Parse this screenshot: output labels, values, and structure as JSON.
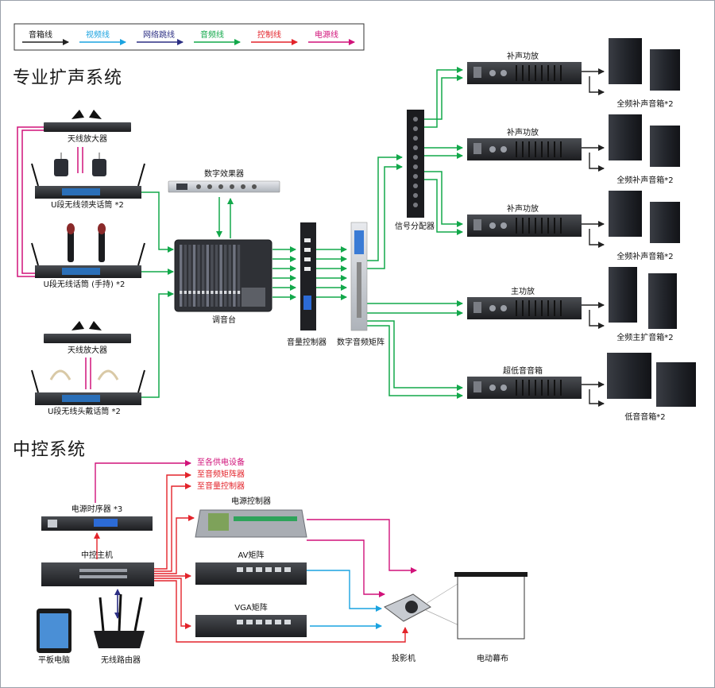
{
  "legend": [
    {
      "label": "音箱线",
      "color": "#222222"
    },
    {
      "label": "视频线",
      "color": "#1aa3e0"
    },
    {
      "label": "网络跳线",
      "color": "#2b2e83"
    },
    {
      "label": "音频线",
      "color": "#12a84a"
    },
    {
      "label": "控制线",
      "color": "#e3242b"
    },
    {
      "label": "电源线",
      "color": "#d1127a"
    }
  ],
  "sections": {
    "audio": "专业扩声系统",
    "control": "中控系统"
  },
  "audio": {
    "antenna_amp_1": "天线放大器",
    "lavalier_mic": "U段无线领夹话筒 *2",
    "handheld_mic": "U段无线话筒 (手持) *2",
    "antenna_amp_2": "天线放大器",
    "headset_mic": "U段无线头戴话筒 *2",
    "effects": "数字效果器",
    "mixer": "调音台",
    "volume_ctrl": "音量控制器",
    "matrix": "数字音频矩阵",
    "splitter": "信号分配器",
    "fill_amp_1": "补声功放",
    "fill_amp_2": "补声功放",
    "fill_amp_3": "补声功放",
    "main_amp": "主功放",
    "sub_amp": "超低音音箱",
    "fill_spk_1": "全频补声音箱*2",
    "fill_spk_2": "全频补声音箱*2",
    "fill_spk_3": "全频补声音箱*2",
    "main_spk": "全频主扩音箱*2",
    "sub_spk": "低音音箱*2"
  },
  "control": {
    "to_power": "至各供电设备",
    "to_audio_matrix": "至音频矩阵器",
    "to_volume": "至音量控制器",
    "sequencer": "电源时序器 *3",
    "host": "中控主机",
    "power_ctrl": "电源控制器",
    "av_matrix": "AV矩阵",
    "vga_matrix": "VGA矩阵",
    "tablet": "平板电脑",
    "router": "无线路由器",
    "projector": "投影机",
    "screen": "电动幕布"
  }
}
